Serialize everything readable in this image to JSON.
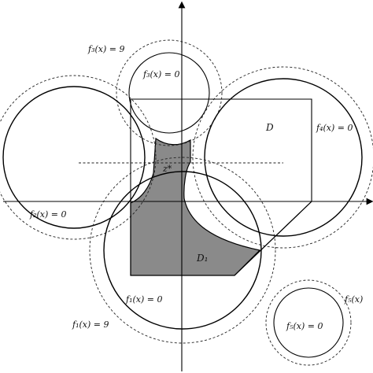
{
  "labels": {
    "f3_outer": "f₃(x) = 9",
    "f3_inner": "f₃(x) = 0",
    "f4_inner": "f₄(x) = 0",
    "f2_inner": "f₂(x) = 0",
    "f1_inner": "f₁(x) = 0",
    "f1_outer": "f₁(x) = 9",
    "f5_outer": "f₅(x)",
    "f5_inner": "f₅(x) = 0",
    "region_D": "D",
    "region_D1": "D₁",
    "point_z": "z*"
  }
}
